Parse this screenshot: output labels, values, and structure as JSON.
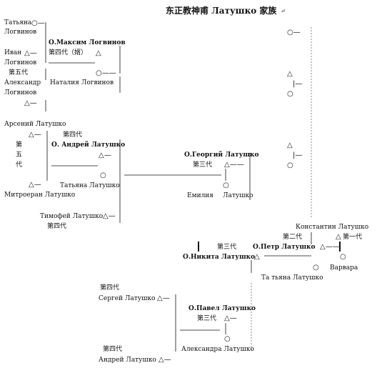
{
  "title": "东正教神甫 Латушко 家族",
  "labels": {
    "t_tatiana1": "Татьяна",
    "t_logvinov1": "Логвинов",
    "t_maksim": "О.Максим Логвинов",
    "t_ivan": "Иван",
    "t_gen4_son": "第四代（婿）",
    "t_logvinov2": "Логвинов",
    "t_gen5": "第五代",
    "t_aleksandr": "Александр",
    "t_natalia": "Наталия Логвинов",
    "t_logvinov3": "Логвинов",
    "t_arseniy": "Арсений Латушко",
    "t_gen4_a": "第四代",
    "t_di": "第",
    "t_wu": "五",
    "t_dai": "代",
    "t_andrei1": "О. Андрей Латушко",
    "t_georgiy": "О.Георгий Латушко",
    "t_gen3_a": "第三代",
    "t_tatiana2": "Татьяна Латушко",
    "t_mitro": "Митроеран Латушко",
    "t_emilia": "Емилия",
    "t_latushko_em": "Латушко",
    "t_timofei": "Тимофей Латушко",
    "t_gen4_b": "第四代",
    "t_konstantin": "Константин Латушко",
    "t_gen2": "第二代",
    "t_gen1": "第一代",
    "t_gen3_b": "第三代",
    "t_petr": "О.Петр Латушко",
    "t_nikita": "О.Никита Латушко",
    "t_varvara": "Варвара",
    "t_tatiana3": "Та тьяна Латушко",
    "t_gen4_c": "第四代",
    "t_sergei": "Сергей Латушко",
    "t_pavel": "О.Павел Латушко",
    "t_gen3_c": "第三代",
    "t_gen4_d": "第四代",
    "t_aleksandra": "Александра Латушко",
    "t_andrei2": "Андрей Латушко"
  }
}
